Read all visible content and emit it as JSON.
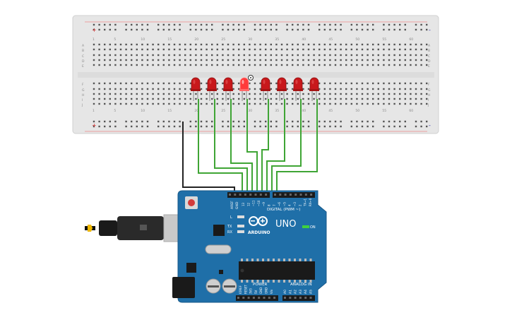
{
  "breadboard": {
    "col_numbers_top": [
      "1",
      "5",
      "10",
      "15",
      "20",
      "25",
      "30",
      "35",
      "40",
      "45",
      "50",
      "55",
      "60"
    ],
    "col_numbers_bottom": [
      "1",
      "5",
      "10",
      "15",
      "20",
      "25",
      "30",
      "35",
      "40",
      "45",
      "50",
      "55",
      "60"
    ],
    "row_letters_upper": [
      "A",
      "B",
      "C",
      "D",
      "E"
    ],
    "row_letters_lower": [
      "F",
      "G",
      "H",
      "I",
      "J"
    ],
    "rail_plus": "+",
    "rail_minus": "-"
  },
  "leds": {
    "count": 8,
    "lit_index": 3,
    "color_body": "#c8181b",
    "color_lit": "#ff3b3b"
  },
  "wires": {
    "signal_color": "#3fa535",
    "ground_color": "#222222"
  },
  "arduino": {
    "board_color": "#1f6fa8",
    "logo_text": "ARDUINO",
    "model_text": "UNO",
    "on_label": "ON",
    "digital_label": "DIGITAL (PWM ~)",
    "power_label": "POWER",
    "analog_label": "ANALOG IN",
    "aref_label": "AREF",
    "gnd_label": "GND",
    "tx_label": "TX",
    "rx_label": "RX",
    "l_label": "L",
    "digital_pins": [
      "13",
      "12",
      "~11",
      "~10",
      "~9",
      "8",
      "7",
      "~6",
      "~5",
      "4",
      "~3",
      "2",
      "TX→1",
      "RX←0"
    ],
    "power_pins": [
      "IOREF",
      "RESET",
      "3V3",
      "5V",
      "GND",
      "GND",
      "Vin"
    ],
    "analog_pins": [
      "A0",
      "A1",
      "A2",
      "A3",
      "A4",
      "A5"
    ]
  }
}
